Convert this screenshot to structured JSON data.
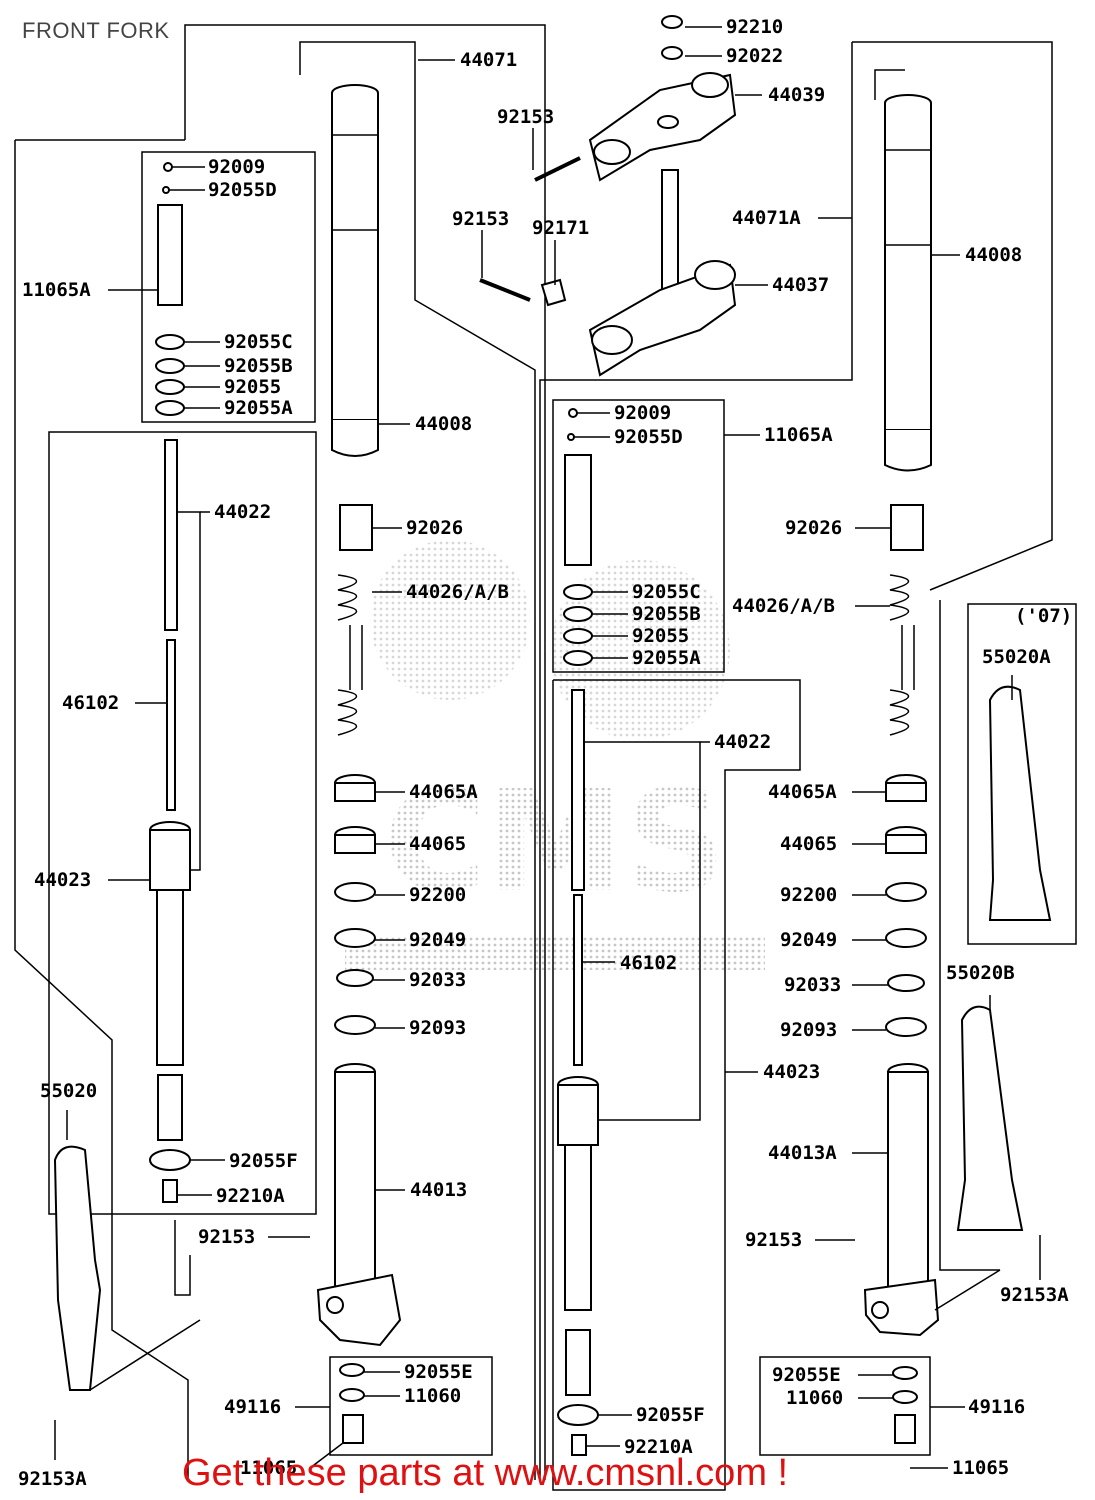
{
  "title": "FRONT FORK",
  "footer_text": "Get these parts at www.cmsnl.com !",
  "watermark_text": "CMS",
  "accent_color": "#e01010",
  "labels": {
    "p92210_top": "92210",
    "p92022": "92022",
    "p44071": "44071",
    "p44039": "44039",
    "p92153_top": "92153",
    "p92153_mid": "92153",
    "p92171": "92171",
    "p44071A": "44071A",
    "p44037": "44037",
    "p44008_r": "44008",
    "p44008_l": "44008",
    "L92009": "92009",
    "L92055D": "92055D",
    "L11065A": "11065A",
    "L92055C": "92055C",
    "L92055B": "92055B",
    "L92055": "92055",
    "L92055A": "92055A",
    "L44022": "44022",
    "L46102": "46102",
    "L44023": "44023",
    "L92055F": "92055F",
    "L92210A": "92210A",
    "L92153": "92153",
    "L55020": "55020",
    "L92153A": "92153A",
    "L44013": "44013",
    "L49116": "49116",
    "L92055E": "92055E",
    "L11060": "11060",
    "L11065": "11065",
    "C92026": "92026",
    "C44026": "44026/A/B",
    "C44065A": "44065A",
    "C44065": "44065",
    "C92200": "92200",
    "C92049": "92049",
    "C92033": "92033",
    "C92093": "92093",
    "M92009": "92009",
    "M92055D": "92055D",
    "M11065A": "11065A",
    "M92055C": "92055C",
    "M92055B": "92055B",
    "M92055": "92055",
    "M92055A": "92055A",
    "M44022": "44022",
    "M46102": "46102",
    "M44023": "44023",
    "M92055F": "92055F",
    "M92210A": "92210A",
    "R92026": "92026",
    "R44026": "44026/A/B",
    "R44065A": "44065A",
    "R44065": "44065",
    "R92200": "92200",
    "R92049": "92049",
    "R92033": "92033",
    "R92093": "92093",
    "R44013A": "44013A",
    "R92153": "92153",
    "R92153A": "92153A",
    "R92055E": "92055E",
    "R11060": "11060",
    "R49116": "49116",
    "R11065": "11065",
    "R07": "('07)",
    "R55020A": "55020A",
    "R55020B": "55020B"
  }
}
